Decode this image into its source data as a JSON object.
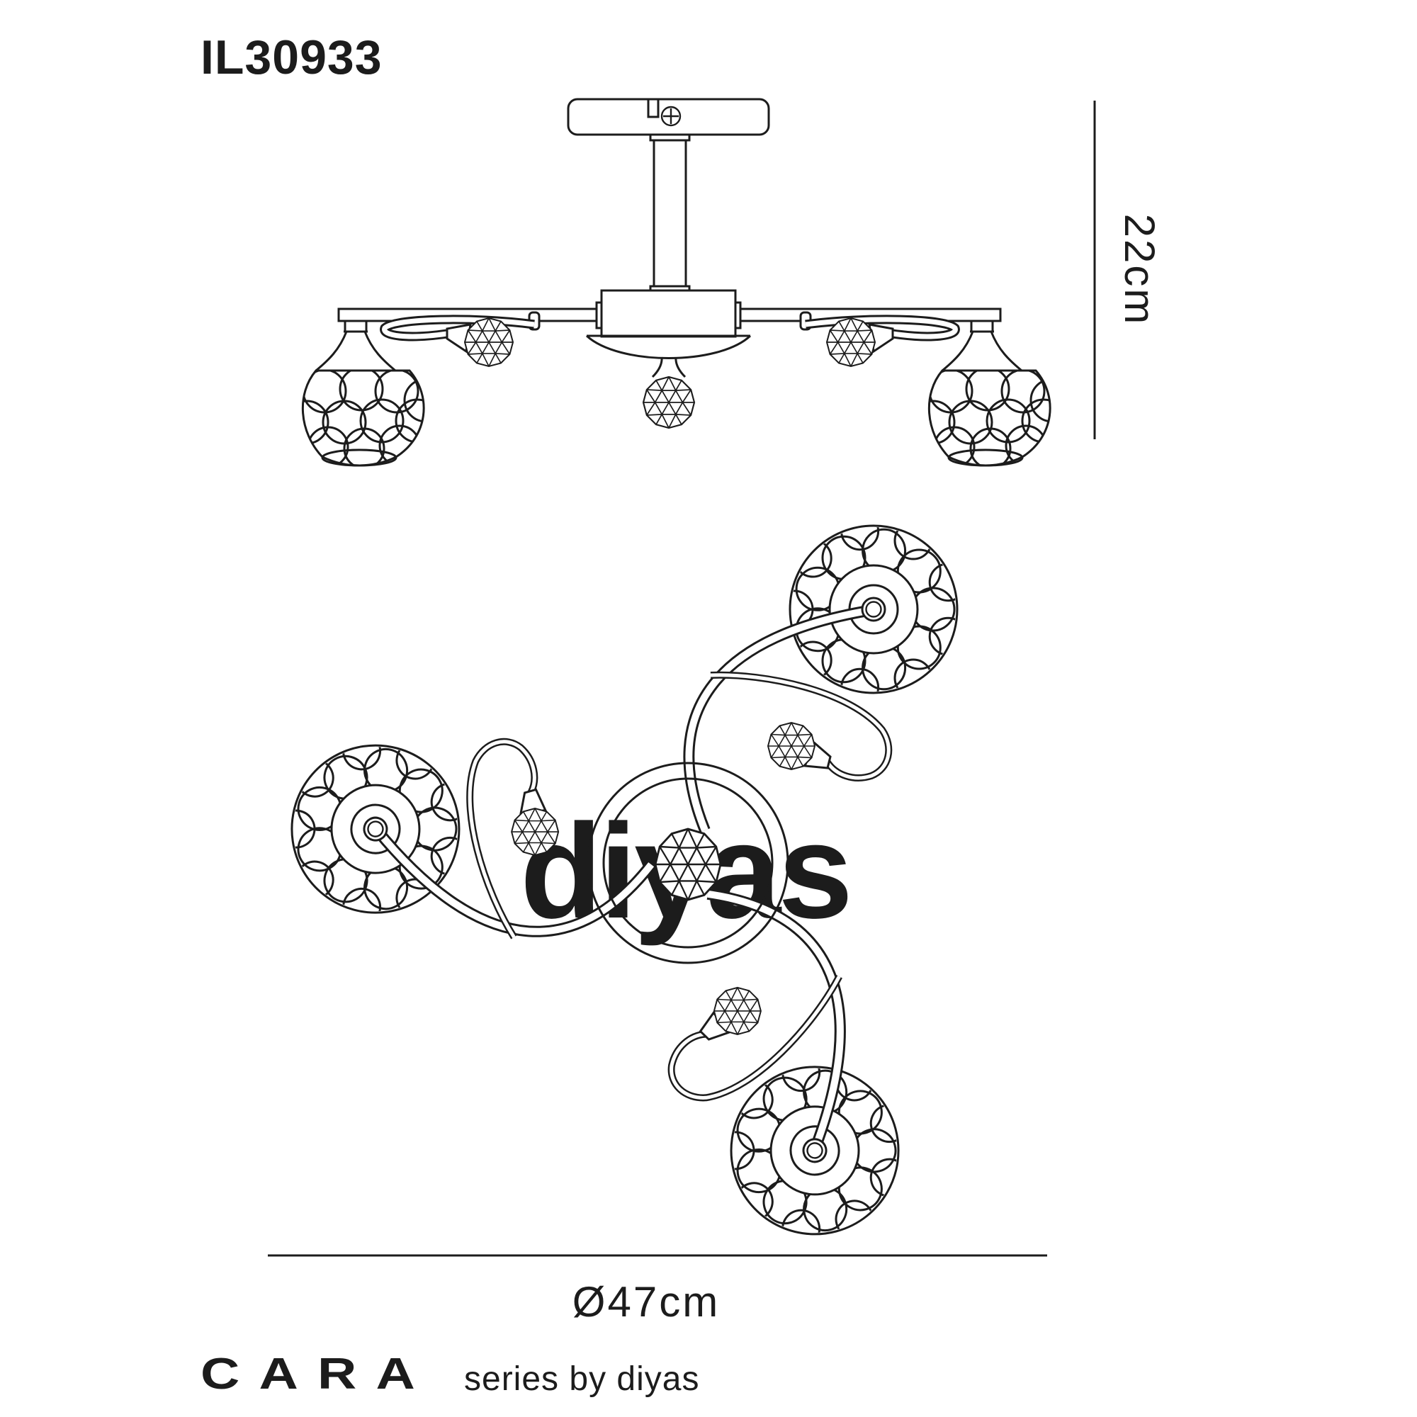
{
  "product_code": "IL30933",
  "dimensions": {
    "height": "22cm",
    "diameter": "Ø47cm"
  },
  "brand": {
    "series_logo": "CARA",
    "tagline": "series by diyas"
  },
  "watermark_text": "diyas",
  "colors": {
    "line": "#1c1c1c",
    "watermark": "#f1f1f1",
    "background": "#ffffff"
  }
}
